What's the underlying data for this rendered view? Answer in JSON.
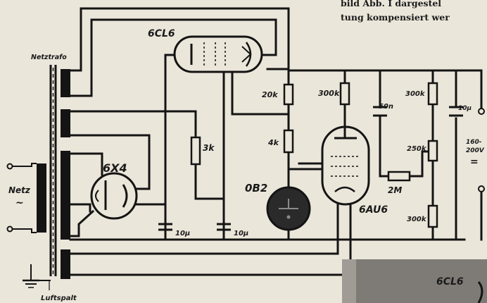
{
  "header_text": {
    "line1": "bild Abb. I dargestel",
    "line2": "tung kompensiert wer"
  },
  "tubes": {
    "power": "6CL6",
    "rectifier": "6X4",
    "regulator": "0B2",
    "amplifier": "6AU6"
  },
  "labels": {
    "transformer": "Netztrafo",
    "mains": "Netz",
    "mains_symbol": "~",
    "air_gap": "Luftspalt",
    "output_voltage_top": "160-",
    "output_voltage_bottom": "200V",
    "output_symbol": "="
  },
  "components": {
    "r_3k": "3k",
    "r_20k": "20k",
    "r_4k": "4k",
    "r_300k_a": "300k",
    "r_300k_b": "300k",
    "r_250k": "250k",
    "r_300k_c": "300k",
    "r_2m": "2M",
    "c_50n": "50n",
    "c_10u_a": "10µ",
    "c_10u_b": "10µ",
    "c_10u_c": "10µ"
  },
  "inset": {
    "tube": "6CL6"
  }
}
